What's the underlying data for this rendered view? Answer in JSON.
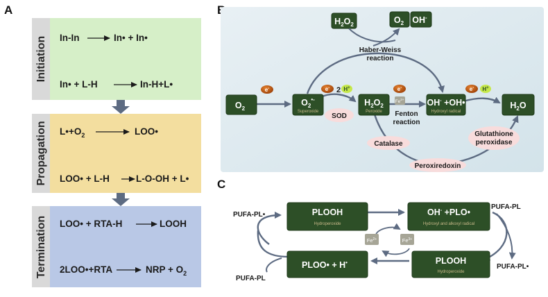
{
  "panels": {
    "a": "A",
    "b": "B",
    "c": "C"
  },
  "panel_a": {
    "stages": {
      "initiation": "Initiation",
      "propagation": "Propagation",
      "termination": "Termination"
    },
    "initiation": {
      "eq1_left": "In-In",
      "eq1_right": "In• + In•",
      "eq2_left": "In• + L-H",
      "eq2_right": "In-H+L•"
    },
    "propagation": {
      "eq1_left": "L•+O",
      "eq1_sub": "2",
      "eq1_right": "LOO•",
      "eq2_left": "LOO• + L-H",
      "eq2_right": "L-O-OH + L•"
    },
    "termination": {
      "eq1_left": "LOO• + RTA-H",
      "eq1_right": "LOOH",
      "eq2_left": "2LOO•+RTA",
      "eq2_right": "NRP + O",
      "eq2_sub": "2"
    },
    "colors": {
      "initiation": "#d6efc8",
      "propagation": "#f3de9f",
      "termination": "#b9c8e6",
      "tab": "#d9d9d9",
      "arrow": "#5d6b82"
    }
  },
  "panel_b": {
    "nodes": {
      "o2": "O",
      "o2_sub": "2",
      "superoxide": "O",
      "superoxide_sub": "2",
      "superoxide_sup": "•-",
      "superoxide_name": "Superoxide",
      "peroxide": "H",
      "peroxide_sub1": "2",
      "peroxide_o": "O",
      "peroxide_sub2": "2",
      "peroxide_name": "Peroxide",
      "hydroxyl": "OH",
      "hydroxyl_sup": "-",
      "hydroxyl_rest": " +OH•",
      "hydroxyl_name": "Hydroxyl radical",
      "water": "H",
      "water_sub": "2",
      "water_o": "O"
    },
    "top": {
      "h2o2_h": "H",
      "h2o2_s1": "2",
      "h2o2_o": "O",
      "h2o2_s2": "2",
      "o2_o": "O",
      "o2_s": "2",
      "oh_oh": "OH",
      "oh_sup": "-",
      "haber_weiss_1": "Haber-Weiss",
      "haber_weiss_2": "reaction"
    },
    "labels": {
      "sod": "SOD",
      "fenton_1": "Fenton",
      "fenton_2": "reaction",
      "catalase": "Catalase",
      "peroxiredoxin": "Peroxiredoxin",
      "gpx_1": "Glutathione",
      "gpx_2": "peroxidase"
    },
    "badges": {
      "electron": "e",
      "electron_sup": "-",
      "two": "2",
      "proton": "H",
      "proton_sup": "+",
      "fe": "Fe",
      "fe_sup": "2+"
    },
    "colors": {
      "background": "#dde9ef",
      "node": "#2d4f27",
      "node_border": "#1e3a1a",
      "enzyme": "#f8dcdc",
      "electron": "#c05a10",
      "proton": "#c6e84a",
      "arrow": "#5d6b82",
      "fe": "#a6a596"
    }
  },
  "panel_c": {
    "nodes": {
      "plooh_top": "PLOOH",
      "plooh_top_name": "Hydroperoxide",
      "radicals_oh": "OH",
      "radicals_sup": "-",
      "radicals_rest": " +PLO•",
      "radicals_name": "Hydroxyl and alkoxyl radical",
      "plooh_bottom": "PLOOH",
      "plooh_bottom_name": "Hydroperoxide",
      "ploo": "PLOO• + H",
      "ploo_sup": "•"
    },
    "labels": {
      "pufa_left_top": "PUFA-PL•",
      "pufa_left_bottom": "PUFA-PL",
      "pufa_right_top": "PUFA-PL",
      "pufa_right_bottom": "PUFA-PL•",
      "fe2": "Fe",
      "fe2_sup": "2+",
      "fe3": "Fe",
      "fe3_sup": "3+"
    },
    "colors": {
      "node": "#2d4f27",
      "arrow": "#5d6b82",
      "fe": "#a6a596"
    }
  }
}
